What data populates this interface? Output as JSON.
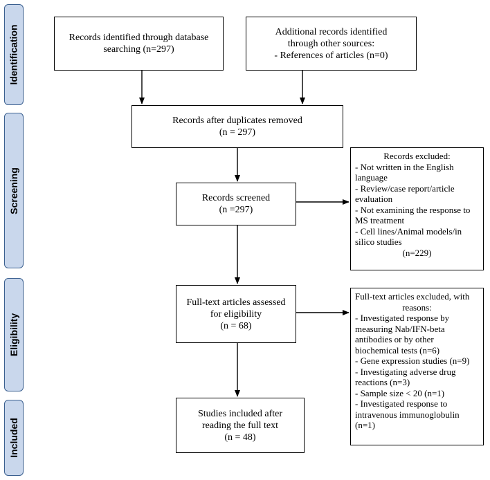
{
  "phases": {
    "identification": "Identification",
    "screening": "Screening",
    "eligibility": "Eligibility",
    "included": "Included"
  },
  "boxes": {
    "db_search": {
      "lines": [
        "Records identified through database",
        "searching (n=297)"
      ]
    },
    "other_sources": {
      "lines": [
        "Additional records identified",
        "through other sources:",
        "- References of articles (n=0)"
      ]
    },
    "duplicates_removed": {
      "lines": [
        "Records after duplicates removed",
        "(n = 297)"
      ]
    },
    "screened": {
      "lines": [
        "Records screened",
        "(n =297)"
      ]
    },
    "excluded_records": {
      "lines": [
        "Records excluded:",
        "- Not written in the English",
        "language",
        "- Review/case report/article",
        "evaluation",
        "- Not examining the response to",
        "MS treatment",
        "- Cell lines/Animal models/in",
        "silico studies",
        "(n=229)"
      ]
    },
    "full_text": {
      "lines": [
        "Full-text articles assessed",
        "for eligibility",
        "(n = 68)"
      ]
    },
    "excluded_full_text": {
      "lines": [
        "Full-text articles excluded, with",
        "reasons:",
        "- Investigated response by",
        "measuring Nab/IFN-beta",
        "antibodies or by other",
        "biochemical tests (n=6)",
        "- Gene expression studies (n=9)",
        "- Investigating adverse drug",
        "reactions (n=3)",
        "- Sample size < 20 (n=1)",
        "- Investigated response to",
        "intravenous immunoglobulin",
        "(n=1)"
      ]
    },
    "included": {
      "lines": [
        "Studies included after",
        "reading the full text",
        "(n = 48)"
      ]
    }
  }
}
